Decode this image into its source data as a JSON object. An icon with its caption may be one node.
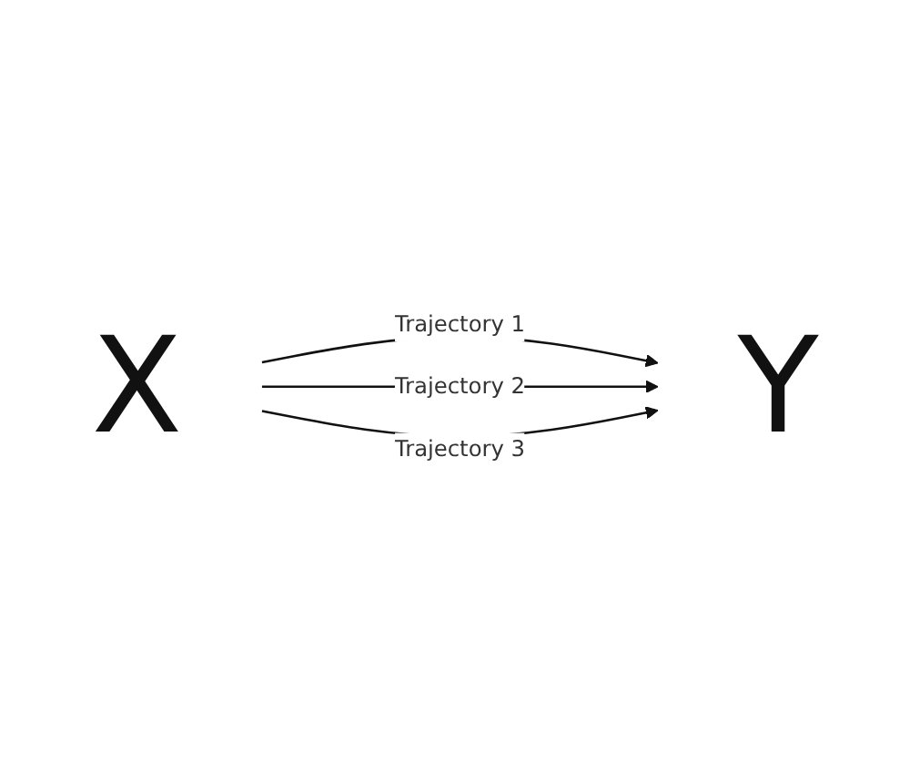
{
  "diagram": {
    "nodes": [
      {
        "text": [
          "X"
        ]
      },
      {
        "text": [
          "Y"
        ]
      }
    ],
    "edges": [
      {
        "from": 0,
        "to": 1,
        "arrow": "to",
        "label": "Trajectory 1"
      },
      {
        "from": 0,
        "to": 1,
        "arrow": "to",
        "label": "Trajectory 2"
      },
      {
        "from": 0,
        "to": 1,
        "arrow": "to",
        "label": "Trajectory 3"
      }
    ]
  }
}
